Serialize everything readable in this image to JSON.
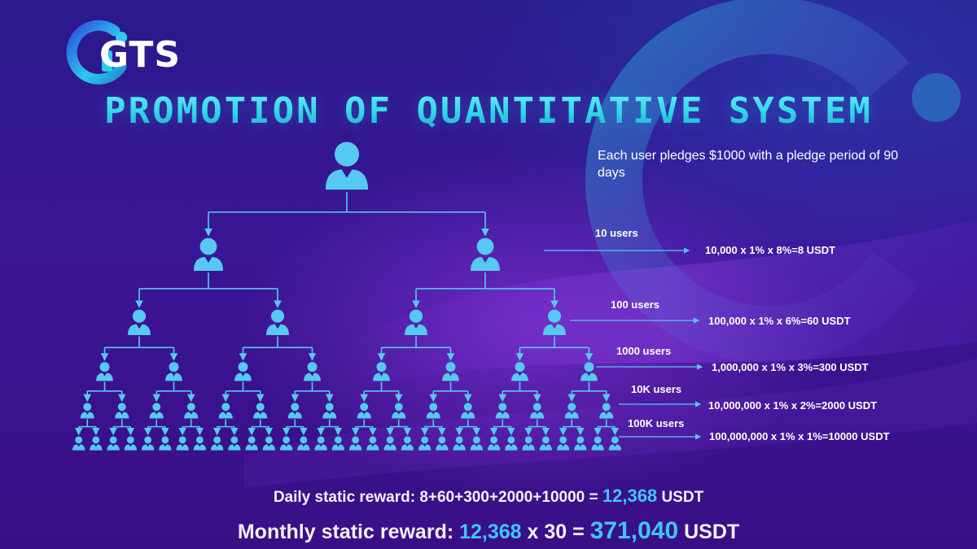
{
  "brand": {
    "name": "GTS"
  },
  "headline": "PROMOTION OF QUANTITATIVE SYSTEM",
  "pledge_note": "Each user pledges $1000 with a pledge period of 90 days",
  "levels": [
    {
      "users": "10 users",
      "formula": "10,000 x 1% x 8%=8 USDT"
    },
    {
      "users": "100 users",
      "formula": "100,000 x 1% x 6%=60 USDT"
    },
    {
      "users": "1000 users",
      "formula": "1,000,000 x 1% x 3%=300 USDT"
    },
    {
      "users": "10K users",
      "formula": "10,000,000 x 1% x 2%=2000 USDT"
    },
    {
      "users": "100K users",
      "formula": "100,000,000 x 1% x 1%=10000 USDT"
    }
  ],
  "daily": {
    "label": "Daily static reward: 8+60+300+2000+10000 = ",
    "value": "12,368",
    "unit": " USDT"
  },
  "monthly": {
    "label": "Monthly static reward: ",
    "multiplicand": "12,368",
    "operator": " x 30 = ",
    "value": "371,040",
    "unit": " USDT"
  },
  "colors": {
    "accent": "#3ec6f4",
    "person_icon": "#56c8f2",
    "headline": "#2fd6e8",
    "background": "#3a1596"
  },
  "icons": [
    "logo-mark-icon",
    "person-icon",
    "arrow-icon"
  ]
}
